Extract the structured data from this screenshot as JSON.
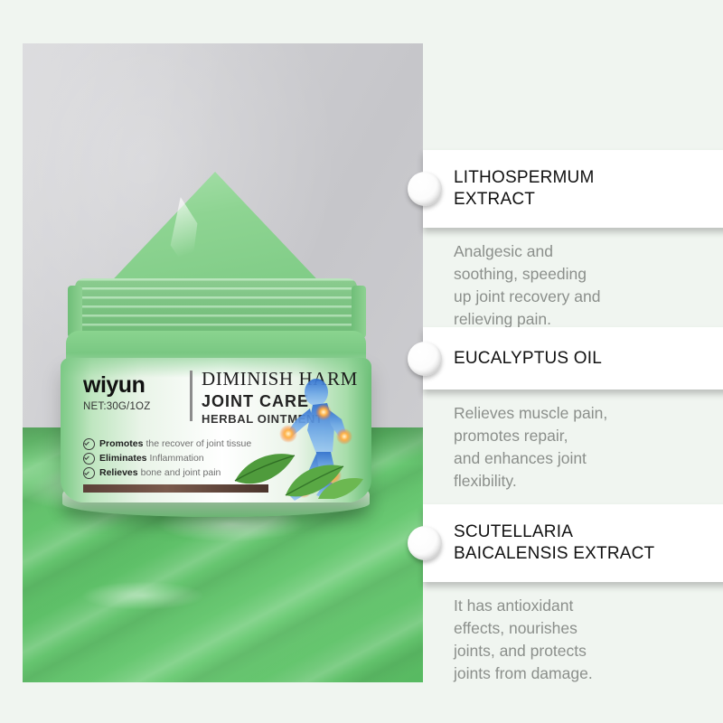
{
  "theme": {
    "page_background": "#f0f5f0",
    "card_background": "#ffffff",
    "title_color": "#111111",
    "body_text_color": "#8b8f8b",
    "cream_green": "#63c86b",
    "panel_gray": "#cfcfd2"
  },
  "product_photo": {
    "alt_name": "joint-care-ointment-jar-photo",
    "label": {
      "brand": "wiyun",
      "net_weight": "NET:30G/1OZ",
      "title_main": "DIMINISH HARM",
      "title_sub": "JOINT CARE",
      "title_sub2": "HERBAL OINTMENT",
      "benefits": [
        {
          "bold": "Promotes",
          "rest": "the recover of joint tissue"
        },
        {
          "bold": "Eliminates",
          "rest": "Inflammation"
        },
        {
          "bold": "Relieves",
          "rest": "bone and joint pain"
        }
      ]
    },
    "graphics": {
      "runner": "running-figure-icon",
      "joint_highlights": "glowing-joint-points",
      "leaves": "green-leaves-icon"
    }
  },
  "ingredients": [
    {
      "title": "LITHOSPERMUM\nEXTRACT",
      "description": "Analgesic and\nsoothing, speeding\nup joint recovery and\nrelieving pain.",
      "marker": "connector-dot"
    },
    {
      "title": "EUCALYPTUS OIL",
      "description": "Relieves muscle pain,\npromotes repair,\nand enhances joint\nflexibility.",
      "marker": "connector-dot"
    },
    {
      "title": "SCUTELLARIA\nBAICALENSIS EXTRACT",
      "description": "It has antioxidant\neffects, nourishes\njoints, and protects\njoints from damage.",
      "marker": "connector-dot"
    }
  ]
}
